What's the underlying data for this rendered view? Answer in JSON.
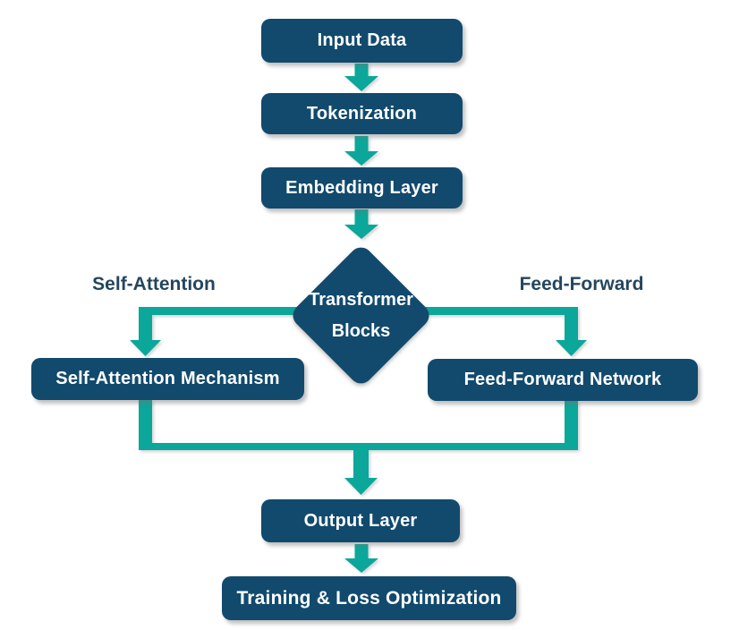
{
  "diagram": {
    "type": "flowchart",
    "colors": {
      "node_fill": "#114a6d",
      "node_text": "#ffffff",
      "connector": "#0ba79b",
      "branch_label_text": "#24465e",
      "background": "#ffffff"
    },
    "nodes": [
      {
        "id": "input-data",
        "shape": "rounded-rect",
        "label": "Input Data"
      },
      {
        "id": "tokenization",
        "shape": "rounded-rect",
        "label": "Tokenization"
      },
      {
        "id": "embedding-layer",
        "shape": "rounded-rect",
        "label": "Embedding Layer"
      },
      {
        "id": "transformer-blocks",
        "shape": "diamond",
        "label": "Transformer Blocks",
        "line1": "Transformer",
        "line2": "Blocks"
      },
      {
        "id": "self-attention-mechanism",
        "shape": "rounded-rect",
        "label": "Self-Attention Mechanism"
      },
      {
        "id": "feed-forward-network",
        "shape": "rounded-rect",
        "label": "Feed-Forward Network"
      },
      {
        "id": "output-layer",
        "shape": "rounded-rect",
        "label": "Output Layer"
      },
      {
        "id": "training-loss-optimization",
        "shape": "rounded-rect",
        "label": "Training & Loss Optimization"
      }
    ],
    "branch_labels": [
      {
        "id": "self-attention",
        "text": "Self-Attention"
      },
      {
        "id": "feed-forward",
        "text": "Feed-Forward"
      }
    ],
    "edges": [
      {
        "from": "input-data",
        "to": "tokenization"
      },
      {
        "from": "tokenization",
        "to": "embedding-layer"
      },
      {
        "from": "embedding-layer",
        "to": "transformer-blocks"
      },
      {
        "from": "transformer-blocks",
        "to": "self-attention-mechanism",
        "label": "Self-Attention"
      },
      {
        "from": "transformer-blocks",
        "to": "feed-forward-network",
        "label": "Feed-Forward"
      },
      {
        "from": "self-attention-mechanism",
        "to": "output-layer"
      },
      {
        "from": "feed-forward-network",
        "to": "output-layer"
      },
      {
        "from": "output-layer",
        "to": "training-loss-optimization"
      }
    ]
  }
}
